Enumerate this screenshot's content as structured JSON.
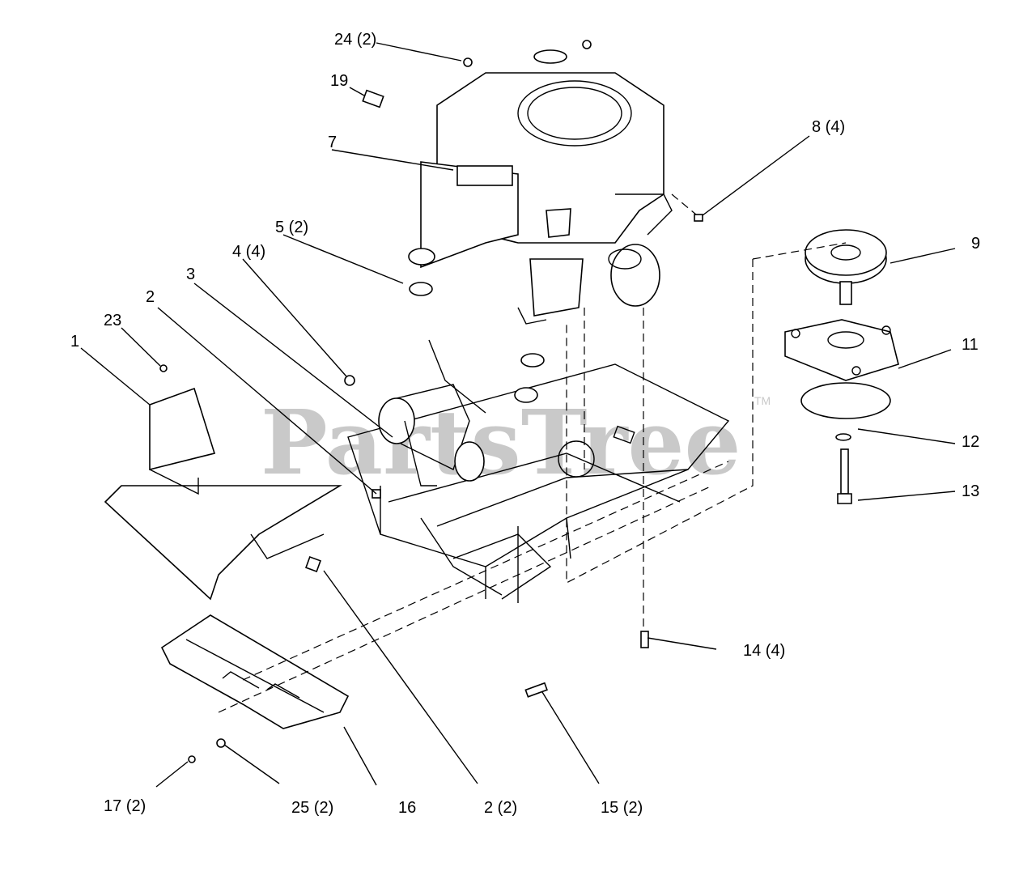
{
  "watermark": {
    "text": "PartsTree",
    "tm": "TM"
  },
  "callouts": [
    {
      "id": "24-2",
      "label": "24 (2)"
    },
    {
      "id": "19",
      "label": "19"
    },
    {
      "id": "7",
      "label": "7"
    },
    {
      "id": "8-4",
      "label": "8 (4)"
    },
    {
      "id": "9",
      "label": "9"
    },
    {
      "id": "5-2",
      "label": "5 (2)"
    },
    {
      "id": "4-4",
      "label": "4 (4)"
    },
    {
      "id": "3",
      "label": "3"
    },
    {
      "id": "2",
      "label": "2"
    },
    {
      "id": "23",
      "label": "23"
    },
    {
      "id": "1",
      "label": "1"
    },
    {
      "id": "11",
      "label": "11"
    },
    {
      "id": "12",
      "label": "12"
    },
    {
      "id": "13",
      "label": "13"
    },
    {
      "id": "14-4",
      "label": "14 (4)"
    },
    {
      "id": "17-2",
      "label": "17 (2)"
    },
    {
      "id": "25-2",
      "label": "25 (2)"
    },
    {
      "id": "16",
      "label": "16"
    },
    {
      "id": "2-2",
      "label": "2 (2)"
    },
    {
      "id": "15-2",
      "label": "15 (2)"
    }
  ]
}
